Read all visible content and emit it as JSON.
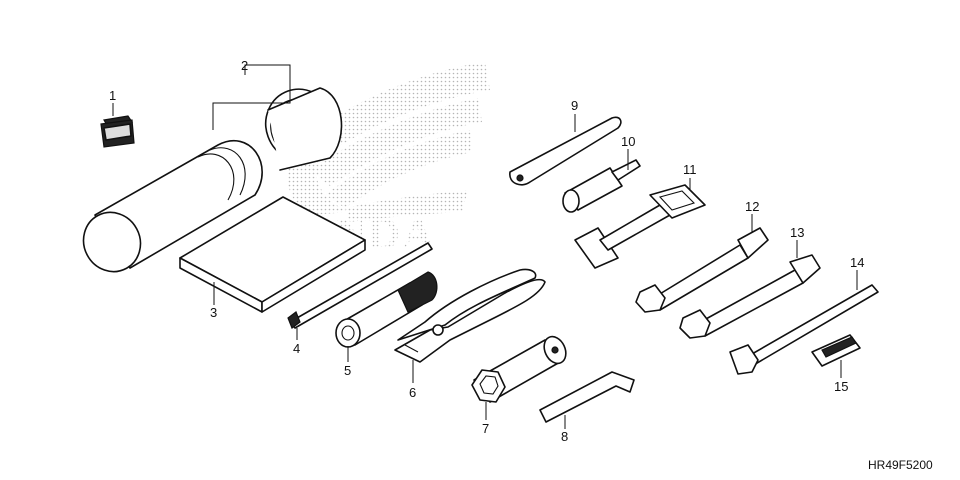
{
  "watermark": {
    "text": "HONDA"
  },
  "parts": [
    {
      "number": "1"
    },
    {
      "number": "2"
    },
    {
      "number": "3"
    },
    {
      "number": "4"
    },
    {
      "number": "5"
    },
    {
      "number": "6"
    },
    {
      "number": "7"
    },
    {
      "number": "8"
    },
    {
      "number": "9"
    },
    {
      "number": "10"
    },
    {
      "number": "11"
    },
    {
      "number": "12"
    },
    {
      "number": "13"
    },
    {
      "number": "14"
    },
    {
      "number": "15"
    }
  ],
  "diagram_code": "HR49F5200"
}
